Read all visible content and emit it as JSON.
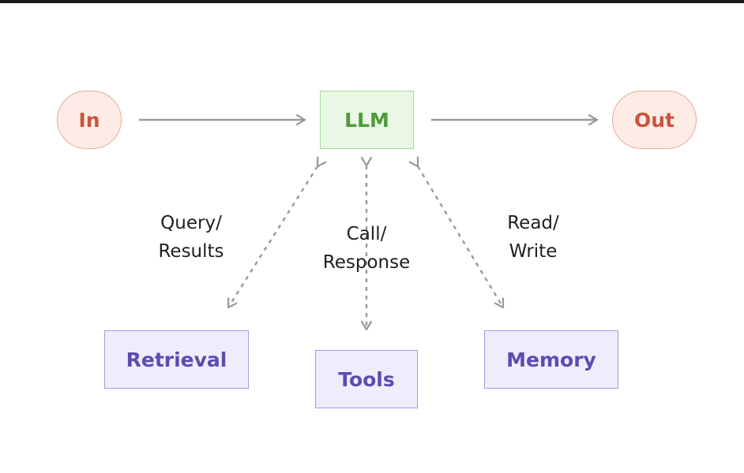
{
  "nodes": {
    "in": "In",
    "llm": "LLM",
    "out": "Out",
    "retrieval": "Retrieval",
    "tools": "Tools",
    "memory": "Memory"
  },
  "edge_labels": {
    "retrieval": [
      "Query/",
      "Results"
    ],
    "tools": [
      "Call/",
      "Response"
    ],
    "memory": [
      "Read/",
      "Write"
    ]
  },
  "colors": {
    "io_fill": "#fdece6",
    "io_border": "#e9a898",
    "io_text": "#c8543c",
    "llm_fill": "#eaf7e4",
    "llm_border": "#a8d79a",
    "llm_text": "#4e9a3a",
    "component_fill": "#efedfb",
    "component_border": "#a49ae0",
    "component_text": "#5b4db0",
    "arrow": "#9a9a92"
  }
}
